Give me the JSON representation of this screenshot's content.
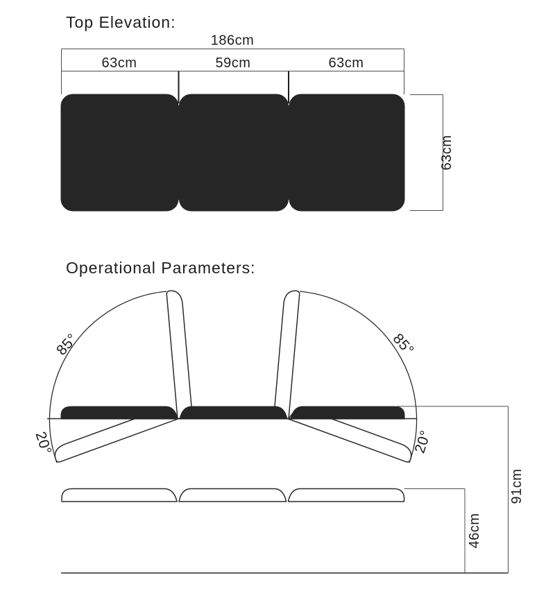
{
  "top_elevation": {
    "title": "Top Elevation:",
    "total_width_label": "186cm",
    "segment_labels": [
      "63cm",
      "59cm",
      "63cm"
    ],
    "depth_label": "63cm"
  },
  "operational_parameters": {
    "title": "Operational Parameters:",
    "backrest_angle_label": "85°",
    "legrest_angle_label": "20°",
    "max_height_label": "91cm",
    "min_height_label": "46cm"
  },
  "colors": {
    "cushion_fill": "#262626",
    "outline_stroke": "#2b2b2b",
    "dimension_line": "#4d4d4d",
    "background": "#ffffff"
  }
}
